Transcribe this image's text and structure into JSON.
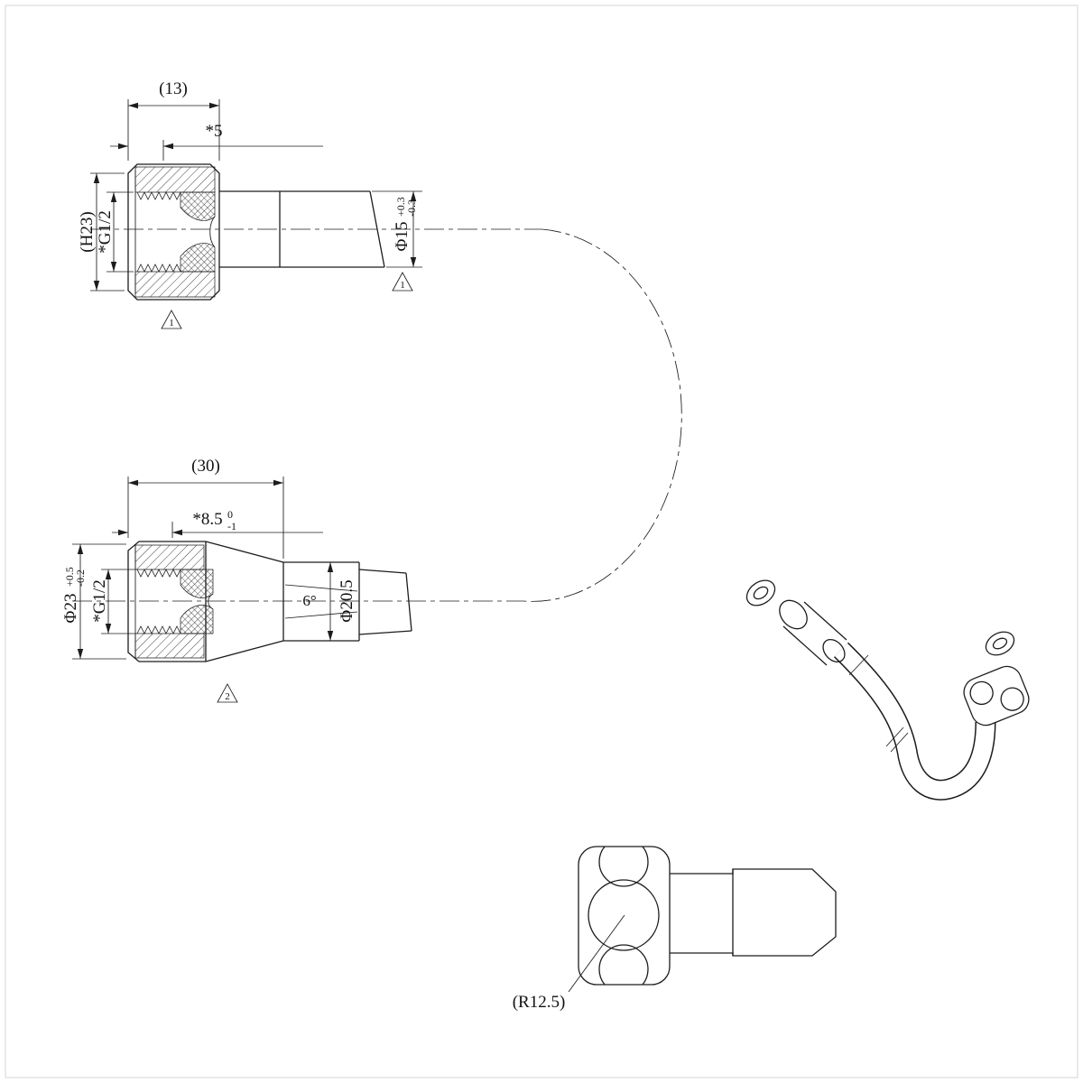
{
  "page": {
    "background": "#ffffff",
    "line_color": "#1c1c1c",
    "frame_color": "#d6d6d6"
  },
  "top_view": {
    "length_overall": "(13)",
    "thread_depth": "*5",
    "height": "(H23)",
    "thread_size": "*G1/2",
    "tube_dia": "Φ15",
    "tube_dia_tol_upper": "+0.3",
    "tube_dia_tol_lower": "-0.3",
    "flag_tube": "1",
    "flag_nut": "1"
  },
  "mid_view": {
    "length_overall": "(30)",
    "thread_depth": "*8.5",
    "thread_depth_tol_upper": "0",
    "thread_depth_tol_lower": "-1",
    "outer_dia": "Φ23",
    "outer_dia_tol_upper": "+0.5",
    "outer_dia_tol_lower": "-0.2",
    "thread_size": "*G1/2",
    "cone_angle": "6°",
    "bore_dia": "Φ20.5",
    "flag": "2"
  },
  "elbow_view": {
    "radius": "(R12.5)"
  }
}
